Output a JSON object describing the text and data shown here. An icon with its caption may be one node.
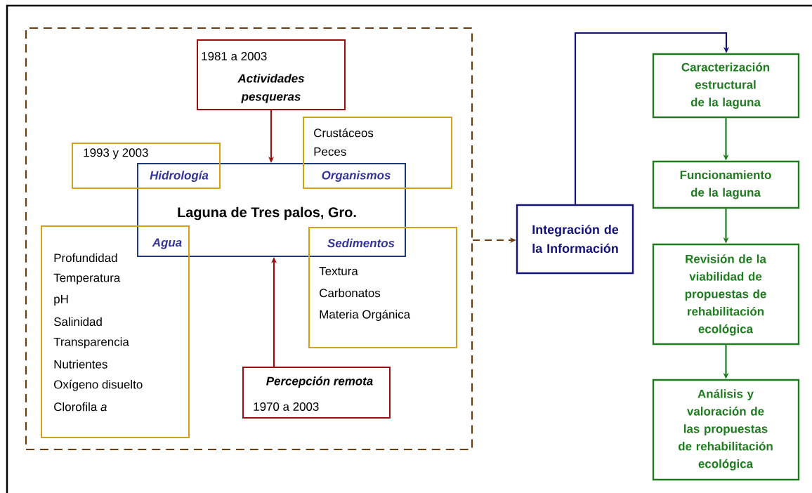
{
  "diagram": {
    "nodes": [
      {
        "text": [],
        "shape": "box"
      },
      {
        "text": [
          "1981 a 2003",
          "Actividades pesqueras"
        ],
        "in": 0
      },
      {
        "text": [
          "Laguna de Tres palos, Gro.",
          "Agua"
        ],
        "in": 0
      },
      {
        "text": [
          "1993 y 2003",
          "Hidrología"
        ],
        "in": 0
      },
      {
        "text": [
          "Crustáceos",
          "Peces",
          "Organismos"
        ],
        "in": 0
      },
      {
        "text": [
          "Profundidad",
          "Temperatura",
          "pH",
          "Salinidad",
          "Transparencia",
          "Nutrientes",
          "Oxígeno disuelto",
          "Clorofila *a*"
        ],
        "in": 0
      },
      {
        "text": [
          "Sedimentos",
          "Textura",
          "Carbonatos",
          "Materia Orgánica"
        ],
        "in": 0
      },
      {
        "text": [
          "Percepción remota",
          "1970 a 2003"
        ],
        "in": 0
      },
      {
        "text": [
          "Integración de la Información"
        ]
      },
      {
        "text": [
          "Caracterización estructural de la laguna"
        ]
      },
      {
        "text": [
          "Funcionamiento de la laguna"
        ]
      },
      {
        "text": [
          "Revisión de la viabilidad de propuestas de rehabilitación ecológica"
        ]
      },
      {
        "text": [
          "Análisis y valoración de las propuestas de rehabilitación ecológica"
        ]
      }
    ],
    "edges": [
      {
        "from": 1,
        "to": 2,
        "arrow": "to",
        "color": "#9b0f0f"
      },
      {
        "from": 7,
        "to": 2,
        "arrow": "to",
        "color": "#9b0f0f"
      },
      {
        "from": 0,
        "to": 8,
        "arrow": "to",
        "style": "dashed",
        "color": "#6b3d0f"
      },
      {
        "from": 8,
        "to": 9,
        "arrow": "to",
        "color": "#14137a"
      },
      {
        "from": 9,
        "to": 10,
        "arrow": "to"
      },
      {
        "from": 10,
        "to": 11,
        "arrow": "to"
      },
      {
        "from": 11,
        "to": 12,
        "arrow": "to"
      }
    ]
  }
}
